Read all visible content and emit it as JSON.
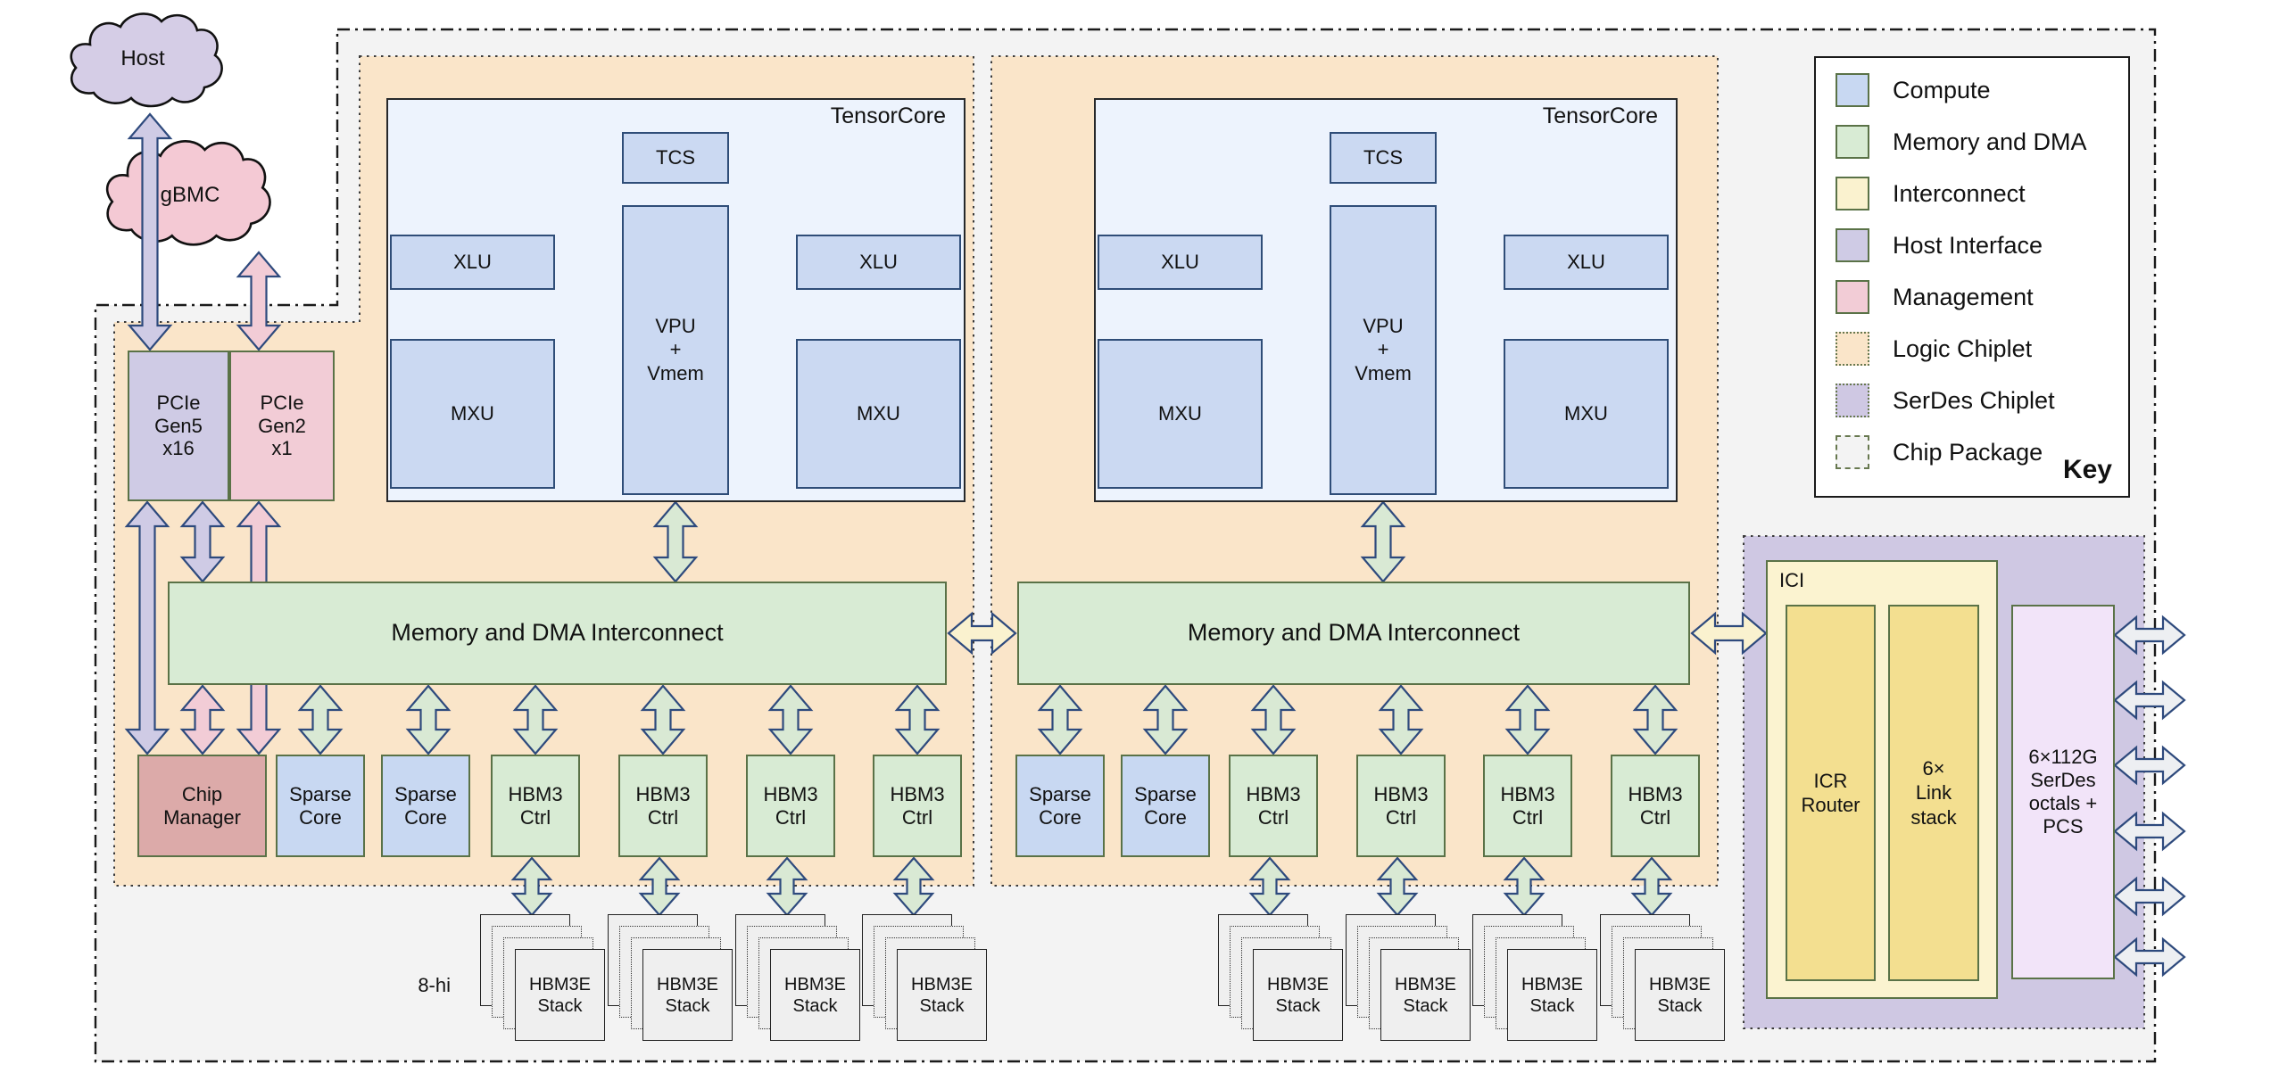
{
  "colors": {
    "compute_blue": "#c8d8f2",
    "memory_green": "#d8ebd4",
    "interconnect_yellow": "#faf2cf",
    "interconnect_inner_yellow": "#f3df90",
    "host_interface_purple": "#cfcbe5",
    "management_pink": "#f2ccd6",
    "chip_manager_rose": "#dcaaa9",
    "logic_chiplet_orange": "#fae5c9",
    "serdes_chiplet_purple": "#cfc8e3",
    "serdes_phy_lavender": "#f2e4f9",
    "chip_package_gray": "#f3f3f3",
    "stack_gray": "#efefef",
    "arrow_outline_navy": "#2e4a7d",
    "box_border_olive": "#5a7247"
  },
  "clouds": {
    "host": "Host",
    "gbmc": "gBMC"
  },
  "host_interface": {
    "pcie_gen5": "PCIe\nGen5\nx16",
    "pcie_gen2": "PCIe\nGen2\nx1"
  },
  "management": {
    "chip_manager": "Chip\nManager"
  },
  "compute": {
    "tensorcore_title": "TensorCore",
    "tcs": "TCS",
    "xlu": "XLU",
    "vpu": "VPU\n+\nVmem",
    "mxu": "MXU",
    "sparse_core": "Sparse\nCore"
  },
  "memory": {
    "interconnect": "Memory and DMA Interconnect",
    "hbm3_ctrl": "HBM3\nCtrl",
    "hbm3e_stack": "HBM3E\nStack",
    "stack_height": "8-hi"
  },
  "interconnect": {
    "ici": "ICI",
    "icr_router": "ICR\nRouter",
    "link_stack": "6×\nLink\nstack"
  },
  "serdes": {
    "octals": "6×112G\nSerDes\noctals +\nPCS"
  },
  "legend": {
    "title": "Key",
    "items": [
      {
        "label": "Compute"
      },
      {
        "label": "Memory and DMA"
      },
      {
        "label": "Interconnect"
      },
      {
        "label": "Host Interface"
      },
      {
        "label": "Management"
      },
      {
        "label": "Logic Chiplet"
      },
      {
        "label": "SerDes Chiplet"
      },
      {
        "label": "Chip Package"
      }
    ]
  }
}
